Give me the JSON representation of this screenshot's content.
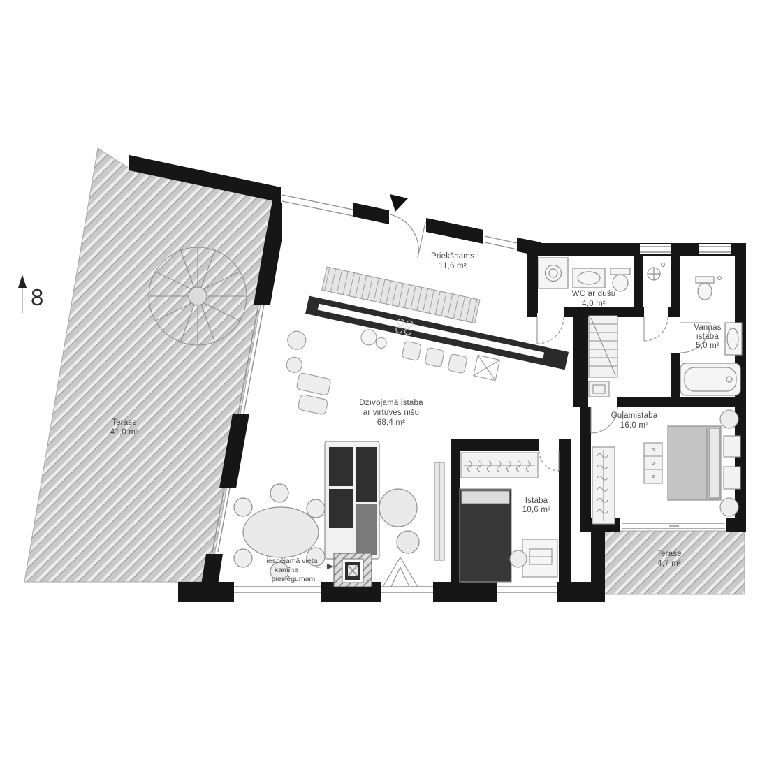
{
  "plan": {
    "unit_number": "8",
    "rooms": {
      "terase_left": {
        "name": "Terase",
        "area": "41,0 m²"
      },
      "prieksnams": {
        "name": "Priekšnams",
        "area": "11,6 m²"
      },
      "wc_dusa": {
        "name": "WC ar dušu",
        "area": "4,0 m²"
      },
      "vannas": {
        "line1": "Vannas",
        "line2": "istaba",
        "area": "5,0 m²"
      },
      "dzivojama": {
        "line1": "Dzīvojamā istaba",
        "line2": "ar virtuves nišu",
        "area": "68,4 m²"
      },
      "gulamistaba": {
        "name": "Guļamistaba",
        "area": "16,0 m²"
      },
      "istaba": {
        "name": "Istaba",
        "area": "10,6 m²"
      },
      "terase_right": {
        "name": "Terase",
        "area": "4,7 m²"
      }
    },
    "notes": {
      "fireplace": {
        "line1": "iespējamā vieta",
        "line2": "kamīna",
        "line3": "pieslēgumam"
      }
    },
    "colors": {
      "wall": "#161616",
      "furniture_line": "#8f8f8f",
      "hatch_base": "#c9c9c9",
      "hatch_stripe": "#ececec",
      "label_text": "#4a4a4a"
    }
  }
}
